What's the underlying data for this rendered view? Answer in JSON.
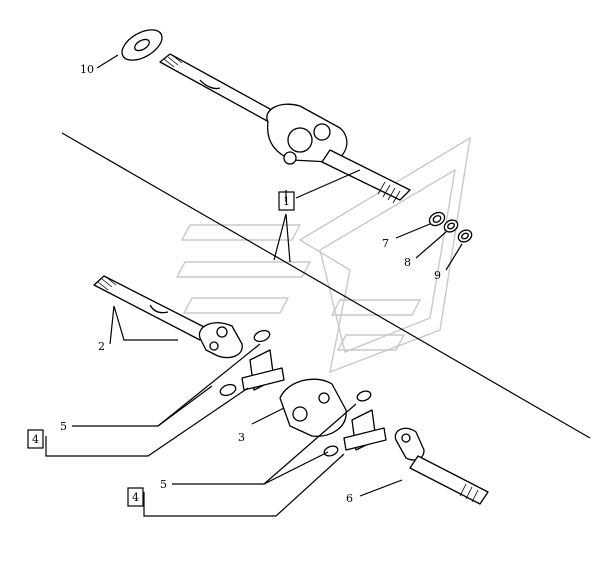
{
  "diagram": {
    "callouts": [
      {
        "id": "c10",
        "text": "10"
      },
      {
        "id": "c1a",
        "text": "1"
      },
      {
        "id": "c7",
        "text": "7"
      },
      {
        "id": "c8",
        "text": "8"
      },
      {
        "id": "c9",
        "text": "9"
      },
      {
        "id": "c2",
        "text": "2"
      },
      {
        "id": "c5a",
        "text": "5"
      },
      {
        "id": "c4a",
        "text": "4"
      },
      {
        "id": "c3",
        "text": "3"
      },
      {
        "id": "c5b",
        "text": "5"
      },
      {
        "id": "c4b",
        "text": "4"
      },
      {
        "id": "c6",
        "text": "6"
      }
    ]
  }
}
